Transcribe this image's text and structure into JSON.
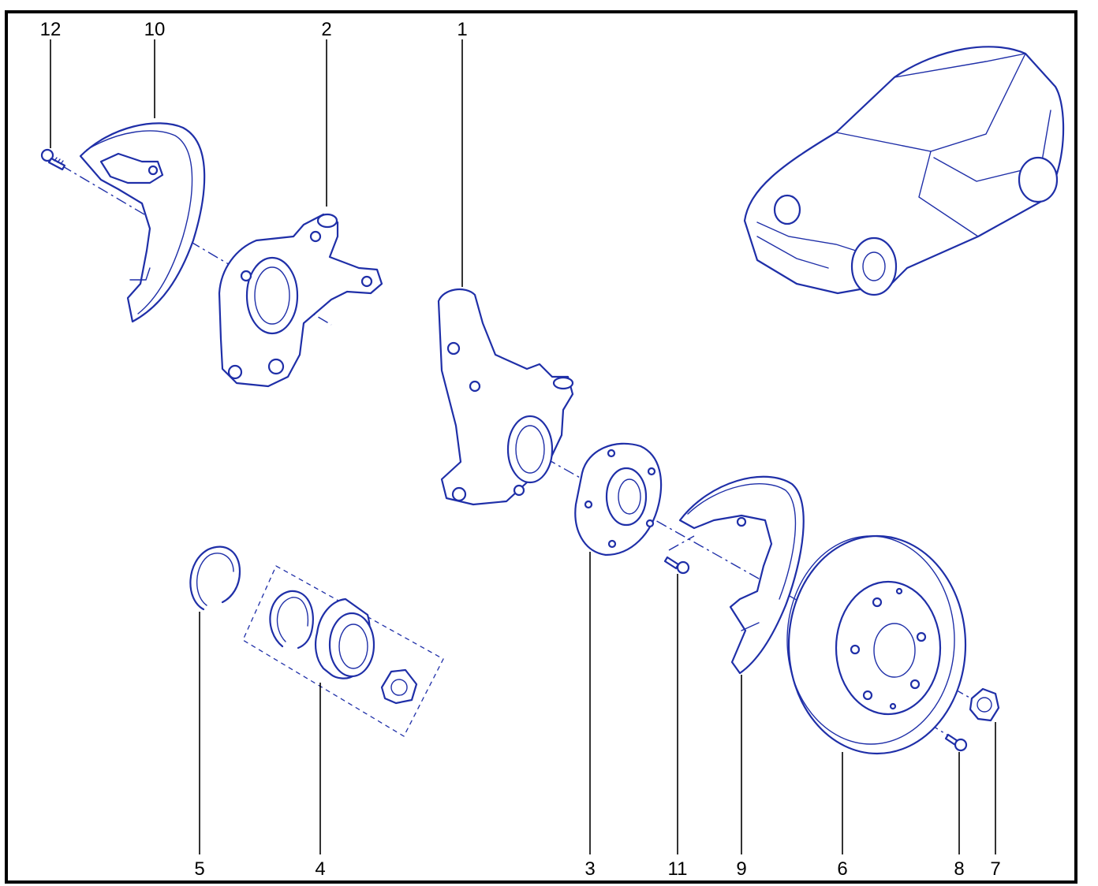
{
  "colors": {
    "line": "#1f2fa8",
    "frame": "#000000",
    "background": "#ffffff"
  },
  "callouts": {
    "c12": "12",
    "c10": "10",
    "c2": "2",
    "c1": "1",
    "c5": "5",
    "c4": "4",
    "c3": "3",
    "c11": "11",
    "c9": "9",
    "c6": "6",
    "c8": "8",
    "c7": "7"
  }
}
